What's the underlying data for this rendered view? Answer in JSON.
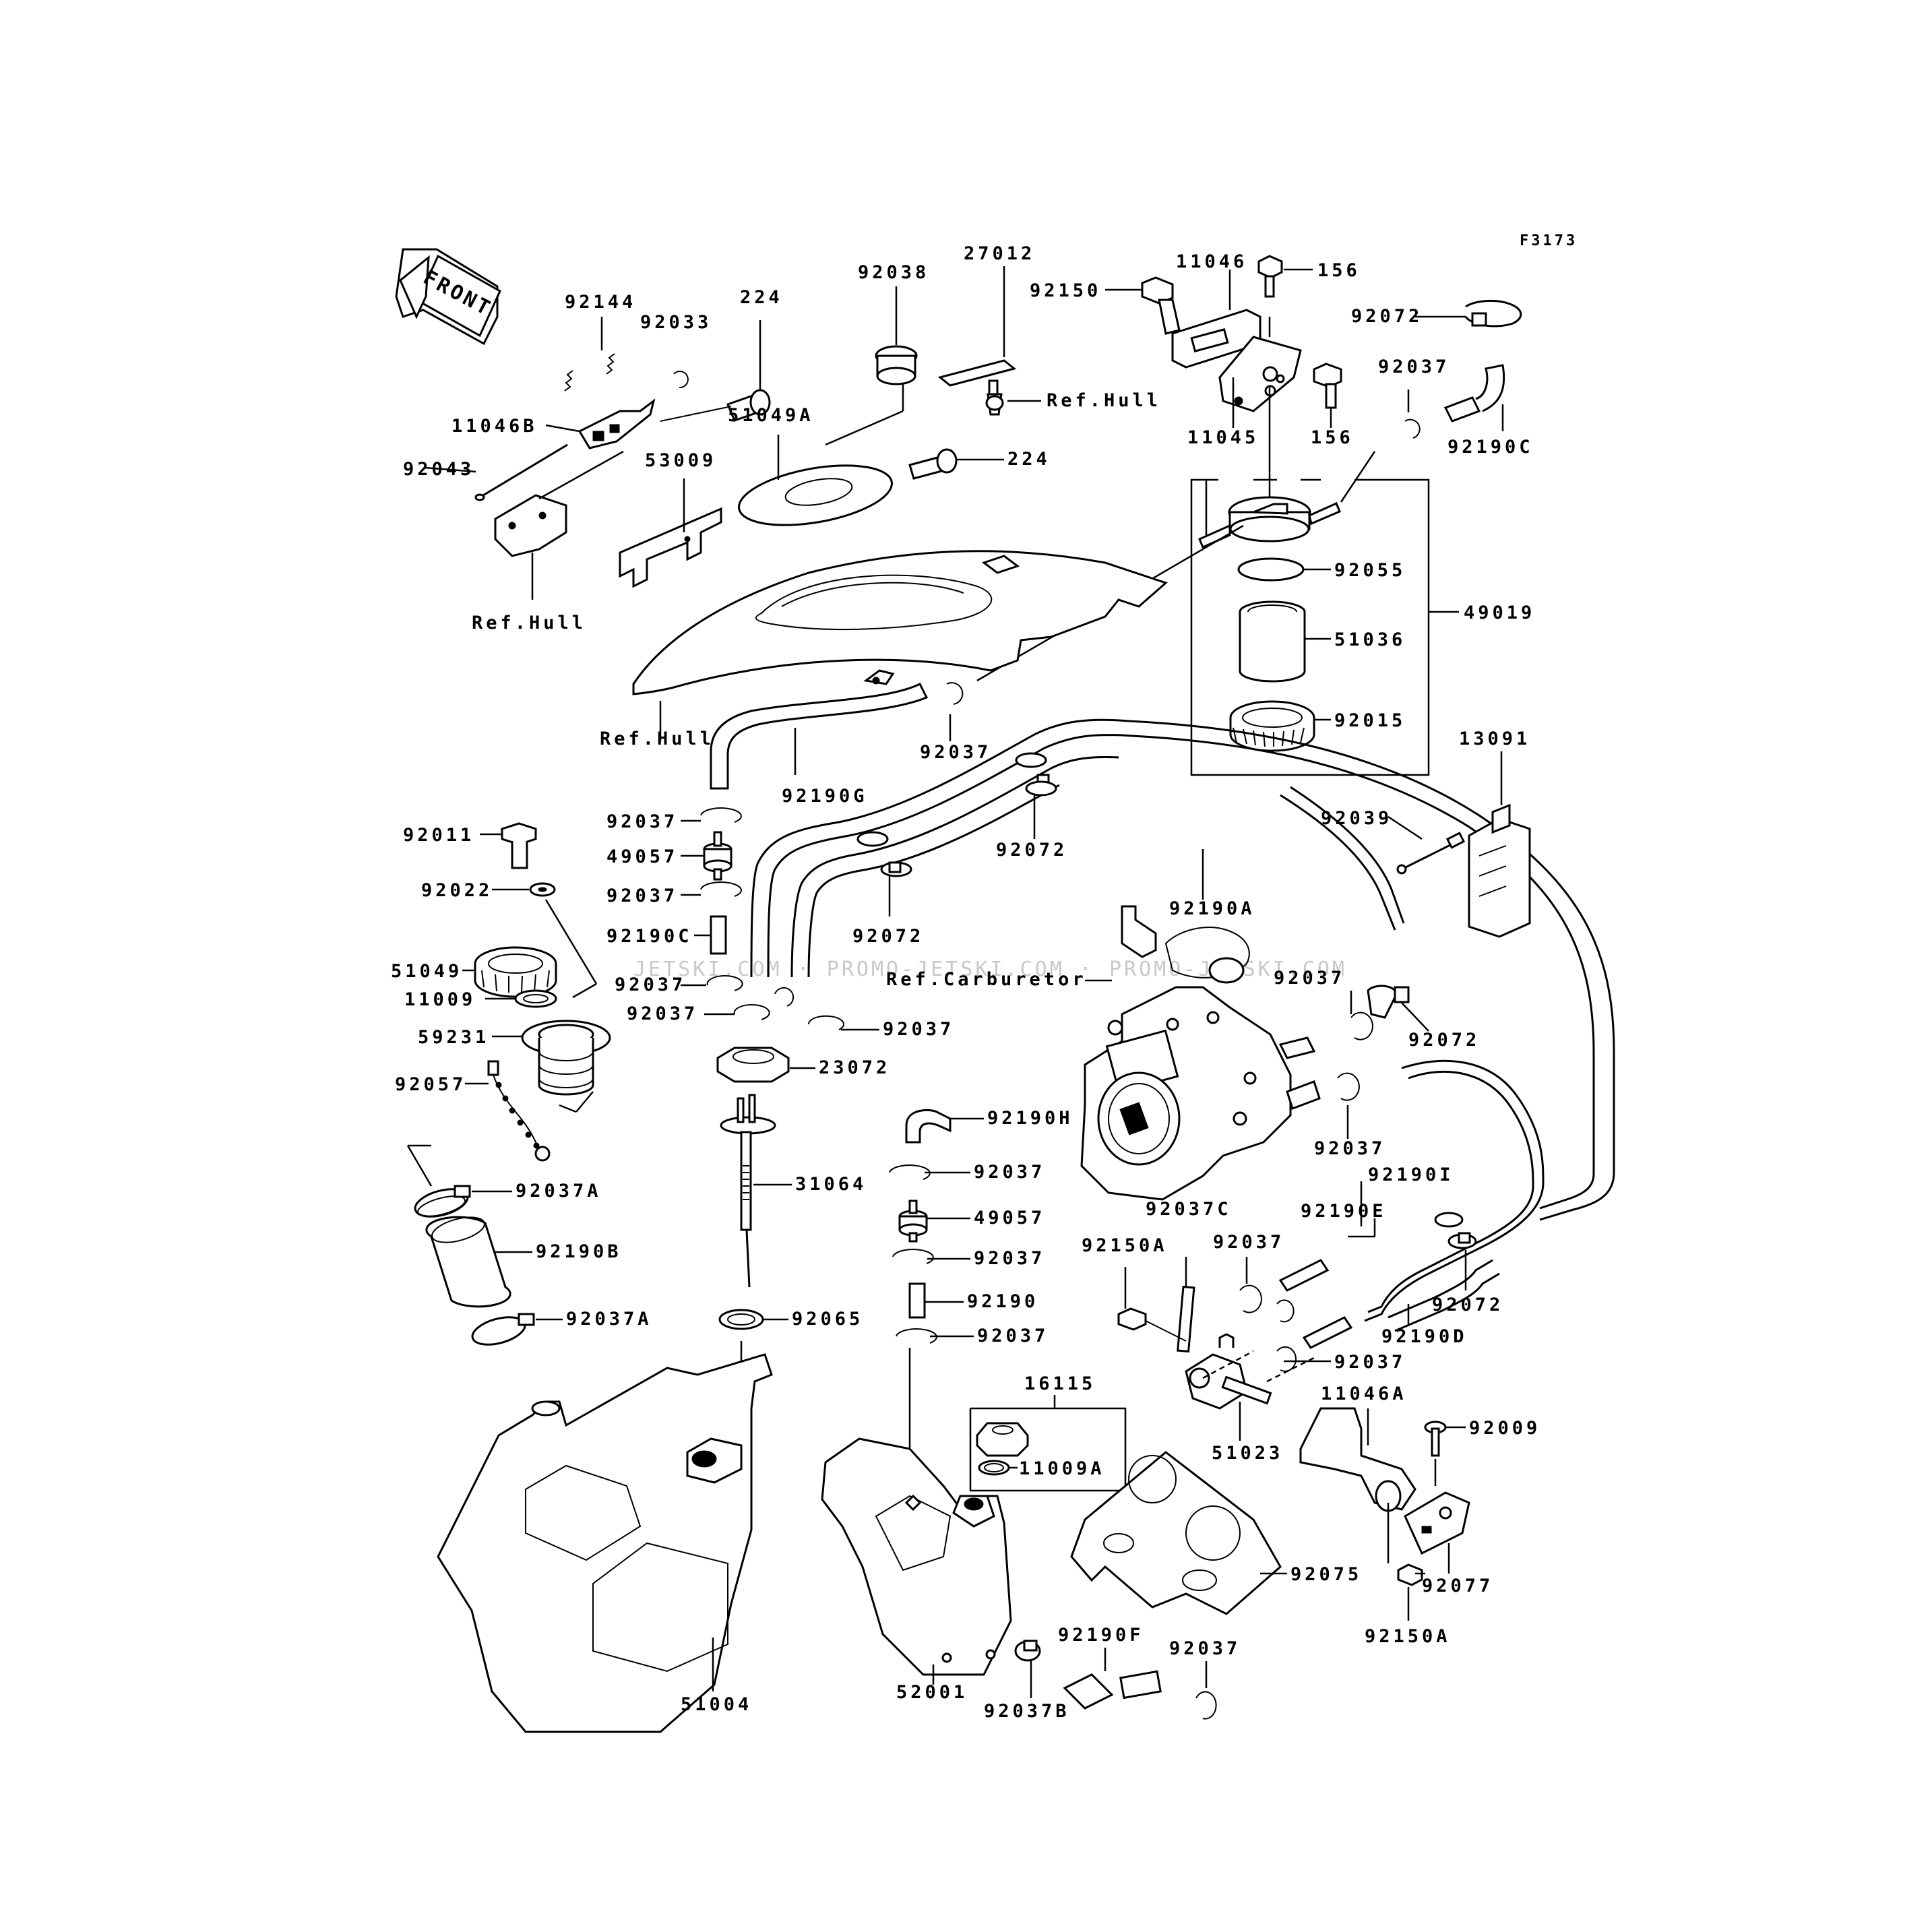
{
  "figure_code": "F3173",
  "front_label": "FRONT",
  "watermark": "JETSKI.COM · PROMO-JETSKI.COM · PROMO-JETSKI.COM",
  "parts": {
    "p92144": "92144",
    "p92033": "92033",
    "p224a": "224",
    "p11046b": "11046B",
    "p92043": "92043",
    "p_refhull1": "Ref.Hull",
    "p92038": "92038",
    "p51049a": "51049A",
    "p53009": "53009",
    "p224b": "224",
    "p27012": "27012",
    "p_refhull2": "Ref.Hull",
    "p92150": "92150",
    "p11046": "11046",
    "p156a": "156",
    "p11045": "11045",
    "p156b": "156",
    "p92072a": "92072",
    "p92037a": "92037",
    "p92190c_a": "92190C",
    "p92055": "92055",
    "p51036": "51036",
    "p49019": "49019",
    "p92015": "92015",
    "p_refhull3": "Ref.Hull",
    "p92190g": "92190G",
    "p92037b": "92037",
    "p13091": "13091",
    "p92039": "92039",
    "p92072b": "92072",
    "p92190a": "92190A",
    "p92011": "92011",
    "p92022": "92022",
    "p51049": "51049",
    "p11009": "11009",
    "p59231": "59231",
    "p92057": "92057",
    "p92037c": "92037",
    "p49057a": "49057",
    "p92037d": "92037",
    "p92190c_b": "92190C",
    "p92072c": "92072",
    "p92037e": "92037",
    "p92037f": "92037",
    "p92037g": "92037",
    "p_refcarb": "Ref.Carburetor",
    "p92037h": "92037",
    "p92072d": "92072",
    "p23072": "23072",
    "p92037i": "92037",
    "p92190h": "92190H",
    "p31064": "31064",
    "p92037j": "92037",
    "p49057b": "49057",
    "p92037k": "92037",
    "p92190": "92190",
    "p92037l": "92037",
    "p92037a_a": "92037A",
    "p92190b": "92190B",
    "p92037a_b": "92037A",
    "p92065": "92065",
    "p92190i": "92190I",
    "p92037c_c": "92037C",
    "p92190e": "92190E",
    "p92150a_a": "92150A",
    "p92037m": "92037",
    "p92072e": "92072",
    "p92190d": "92190D",
    "p92037n": "92037",
    "p16115": "16115",
    "p11009a": "11009A",
    "p11046a": "11046A",
    "p92009": "92009",
    "p51023": "51023",
    "p92077": "92077",
    "p92075": "92075",
    "p92150a_b": "92150A",
    "p92190f": "92190F",
    "p92037o": "92037",
    "p51004": "51004",
    "p52001": "52001",
    "p92037b_b": "92037B"
  }
}
